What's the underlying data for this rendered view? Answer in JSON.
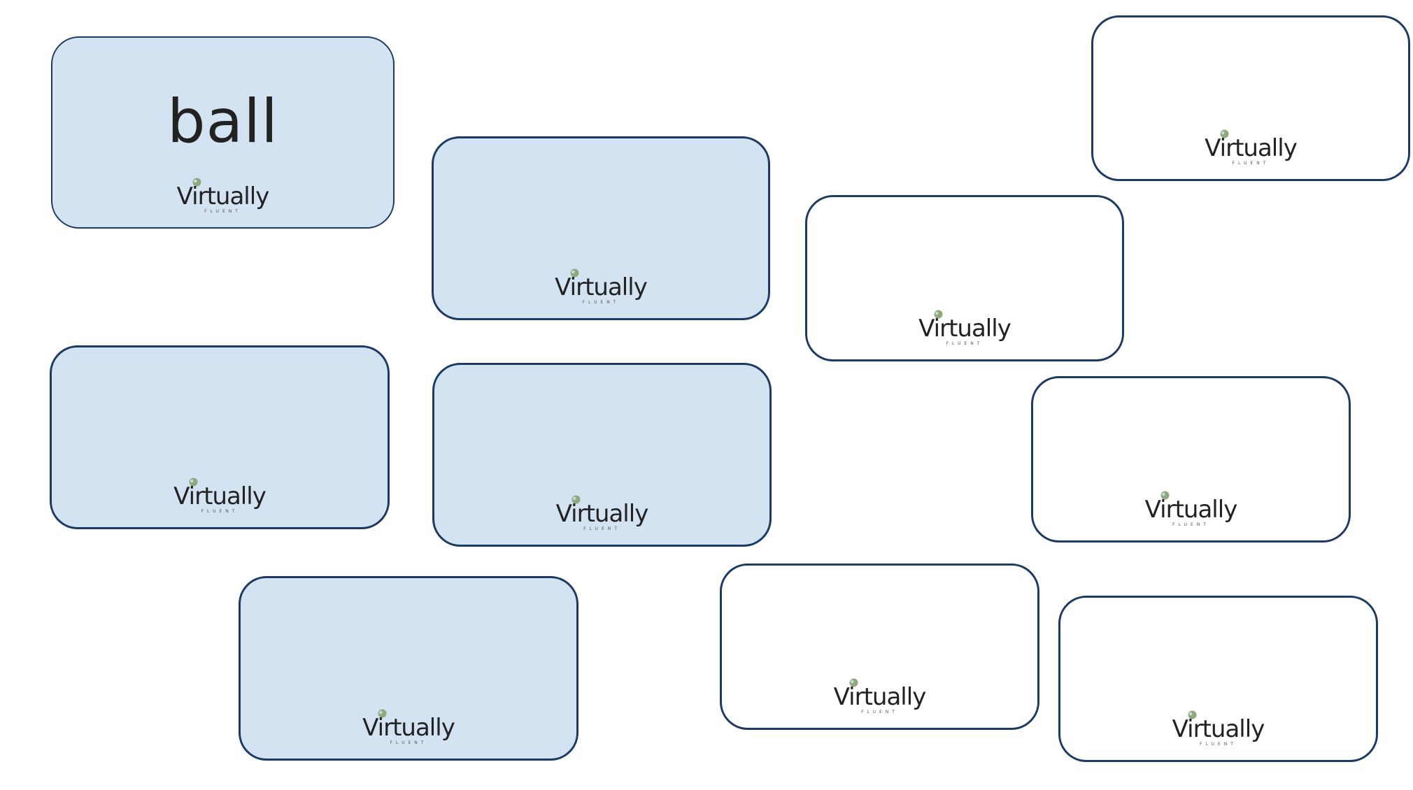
{
  "board": {
    "revealed_word": "ball",
    "logo_text": "Virtually",
    "logo_sub": "FLUENT",
    "colors": {
      "card_blue": "#d4e3f1",
      "card_white": "#ffffff",
      "card_border": "#1d3a63",
      "text": "#222222",
      "logo_globe": "#8faa7a"
    }
  }
}
